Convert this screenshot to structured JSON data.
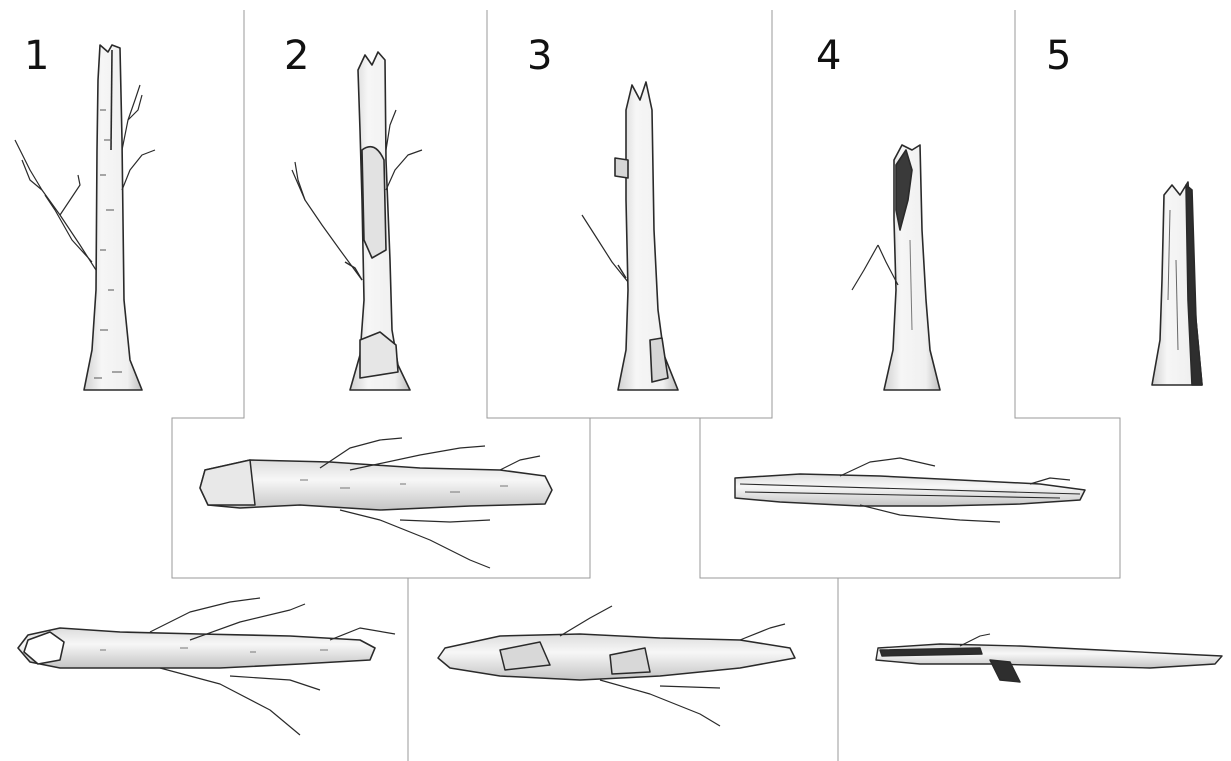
{
  "decay_stages": {
    "standing": [
      {
        "label": "1"
      },
      {
        "label": "2"
      },
      {
        "label": "3"
      },
      {
        "label": "4"
      },
      {
        "label": "5"
      }
    ]
  },
  "colors": {
    "ink": "#2a2a2a",
    "bark_light": "#f2f2f2",
    "bark_shade": "#c8c8c8",
    "frame": "#9a9a9a"
  }
}
